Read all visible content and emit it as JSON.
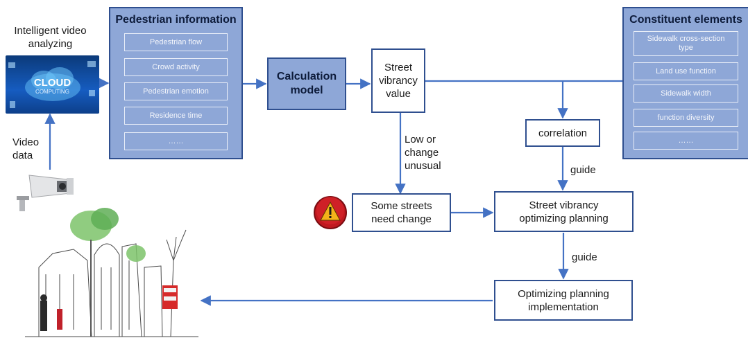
{
  "left_column": {
    "video_label": "Intelligent video analyzing",
    "cloud_text_1": "CLOUD",
    "cloud_text_2": "COMPUTING",
    "data_label": "Video data"
  },
  "pedestrian_panel": {
    "title": "Pedestrian information",
    "items": [
      "Pedestrian flow",
      "Crowd activity",
      "Pedestrian emotion",
      "Residence time",
      "……"
    ]
  },
  "calc_model": "Calculation model",
  "street_value": "Street vibrancy value",
  "constituent_panel": {
    "title": "Constituent elements",
    "items": [
      "Sidewalk cross-section type",
      "Land use function",
      "Sidewalk width",
      "function diversity",
      "……"
    ]
  },
  "correlation": "correlation",
  "guide_1": "guide",
  "guide_2": "guide",
  "low_label": "Low or change unusual",
  "some_streets": "Some streets need change",
  "optimizing_planning": "Street vibrancy optimizing planning",
  "implementation": "Optimizing planning implementation",
  "colors": {
    "panel_fill": "#8ea7d7",
    "border": "#2f4f8f",
    "arrow": "#4472c4",
    "warning": "#c0181f"
  }
}
